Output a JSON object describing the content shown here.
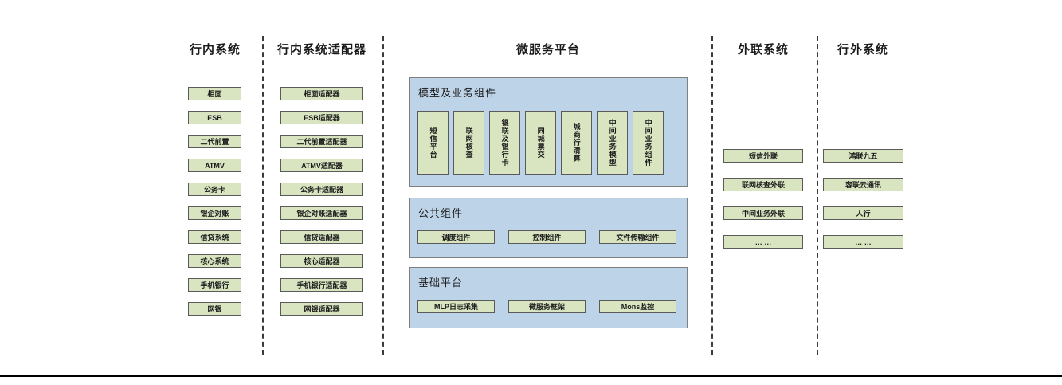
{
  "diagram": {
    "headers": {
      "inbank": "行内系统",
      "adapter": "行内系统适配器",
      "platform": "微服务平台",
      "external": "外联系统",
      "outbank": "行外系统"
    },
    "inbank_boxes": [
      "柜面",
      "ESB",
      "二代前置",
      "ATMV",
      "公务卡",
      "银企对账",
      "信贷系统",
      "核心系统",
      "手机银行",
      "网银"
    ],
    "adapter_boxes": [
      "柜面适配器",
      "ESB适配器",
      "二代前置适配器",
      "ATMV适配器",
      "公务卡适配器",
      "银企对账适配器",
      "信贷适配器",
      "核心适配器",
      "手机银行适配器",
      "网银适配器"
    ],
    "platform_panels": [
      {
        "title": "模型及业务组件",
        "boxes": [
          "短信平台",
          "联网核查",
          "银联及银行卡",
          "同城票交",
          "城商行清算",
          "中间业务模型",
          "中间业务组件"
        ]
      },
      {
        "title": "公共组件",
        "boxes": [
          "调度组件",
          "控制组件",
          "文件传输组件"
        ]
      },
      {
        "title": "基础平台",
        "boxes": [
          "MLP日志采集",
          "微服务框架",
          "Mons监控"
        ]
      }
    ],
    "external_boxes": [
      "短信外联",
      "联网核查外联",
      "中间业务外联",
      "… …"
    ],
    "outbank_boxes": [
      "鸿联九五",
      "容联云通讯",
      "人行",
      "… …"
    ],
    "colors": {
      "node_green": "#d9e5c1",
      "node_border": "#5a5a5a",
      "panel_blue": "#bdd3e8",
      "panel_border": "#7f7f7f",
      "divider": "#3a3a3a",
      "bottom_rule": "#000000"
    }
  }
}
